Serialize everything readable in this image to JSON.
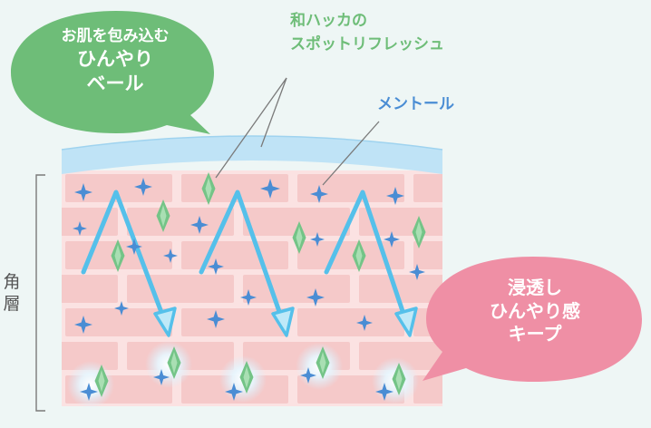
{
  "labels": {
    "veil_line1": "お肌を包み込む",
    "veil_line2": "ひんやり",
    "veil_line3": "ベール",
    "mint_line1": "和ハッカの",
    "mint_line2": "スポットリフレッシュ",
    "menthol": "メントール",
    "side_char1": "角",
    "side_char2": "層",
    "keep_line1": "浸透し",
    "keep_line2": "ひんやり感",
    "keep_line3": "キープ"
  },
  "colors": {
    "background": "#eef6f5",
    "green_bubble": "#6ebd78",
    "pink_bubble": "#ef8fa5",
    "veil": "#bfe3f6",
    "skin": "#fbe2e2",
    "cell": "#f5c9c9",
    "arrow": "#55c0ea",
    "star": "#4a8dd4",
    "diamond": "#74c487",
    "leader": "#7a7a7a",
    "green_text": "#6ebd78",
    "blue_text": "#4a8dd4"
  },
  "icons": [
    "blue-four-point-star-icon",
    "green-diamond-sparkle-icon",
    "glow-dot-icon",
    "arrowhead-icon"
  ]
}
